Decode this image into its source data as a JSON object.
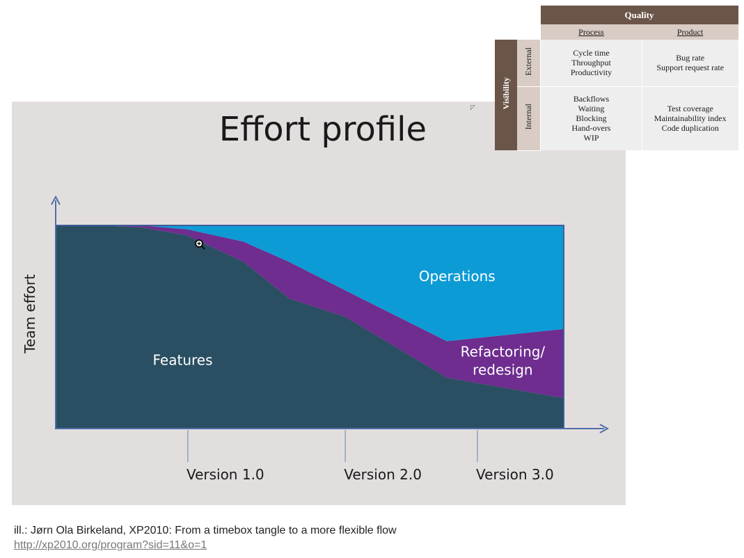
{
  "slide": {
    "title": "Effort profile"
  },
  "chart_data": {
    "type": "area",
    "stacked": true,
    "normalized": true,
    "ylabel": "Team effort",
    "xlabel": "",
    "x_ticks": [
      "Version 1.0",
      "Version 2.0",
      "Version 3.0"
    ],
    "x_tick_positions": [
      0.26,
      0.57,
      0.83
    ],
    "x": [
      0,
      0.09,
      0.17,
      0.26,
      0.37,
      0.46,
      0.57,
      0.77,
      1.0
    ],
    "series": [
      {
        "name": "Features",
        "values": [
          1.0,
          1.0,
          0.99,
          0.95,
          0.82,
          0.64,
          0.55,
          0.25,
          0.15
        ],
        "color": "#2a4f62"
      },
      {
        "name": "Refactoring/\nredesign",
        "values": [
          0.0,
          0.0,
          0.01,
          0.03,
          0.1,
          0.18,
          0.13,
          0.18,
          0.34
        ],
        "color": "#6e2d8f"
      },
      {
        "name": "Operations",
        "values": [
          0.0,
          0.0,
          0.0,
          0.02,
          0.08,
          0.18,
          0.32,
          0.57,
          0.51
        ],
        "color": "#0d9bd6"
      }
    ],
    "ylim": [
      0,
      1
    ],
    "grid": false
  },
  "quality_table": {
    "header": "Quality",
    "columns": [
      "Process",
      "Product"
    ],
    "row_group": "Visibility",
    "rows": [
      {
        "label": "External",
        "process": [
          "Cycle time",
          "Throughput",
          "Productivity"
        ],
        "product": [
          "Bug rate",
          "Support request rate"
        ]
      },
      {
        "label": "Internal",
        "process": [
          "Backflows",
          "Waiting",
          "Blocking",
          "Hand-overs",
          "WIP"
        ],
        "product": [
          "Test coverage",
          "Maintainability index",
          "Code duplication"
        ]
      }
    ]
  },
  "caption": {
    "text": "ill.: Jørn Ola Birkeland, XP2010: From a timebox tangle to a more flexible flow",
    "link": "http://xp2010.org/program?sid=11&o=1"
  },
  "icons": {
    "zoom": "zoom-in-icon",
    "cursor": "cursor-arrow-icon"
  }
}
